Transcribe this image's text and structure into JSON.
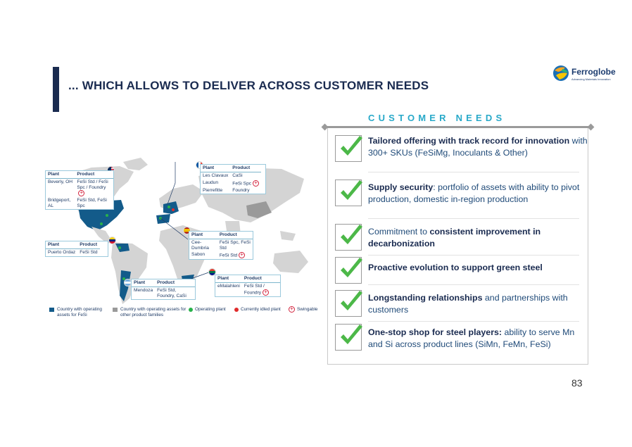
{
  "header": {
    "title": "... WHICH ALLOWS TO DELIVER ACROSS CUSTOMER NEEDS",
    "logo_name": "Ferroglobe",
    "logo_tagline": "Advancing Materials Innovation"
  },
  "needs": {
    "heading": "CUSTOMER NEEDS",
    "items": [
      {
        "bold": "Tailored offering with track record for innovation",
        "rest": " with 300+ SKUs (FeSiMg, Inoculants & Other)"
      },
      {
        "bold": "Supply security",
        "rest": ": portfolio of assets with ability to pivot production, domestic in-region production"
      },
      {
        "pre": "Commitment to ",
        "bold": "consistent improvement in decarbonization"
      },
      {
        "bold": "Proactive evolution to support green steel"
      },
      {
        "bold": "Longstanding relationships",
        "rest": " and partnerships with customers"
      },
      {
        "bold": "One-stop shop for steel players:",
        "rest": "  ability to serve Mn and Si across product lines (SiMn, FeMn, FeSi)"
      }
    ]
  },
  "callouts": {
    "headers": {
      "plant": "Plant",
      "product": "Product"
    },
    "usa": [
      {
        "plant": "Beverly, OH",
        "product": "FeSi Std / FeSi Spc / Foundry",
        "swing": true
      },
      {
        "plant": "Bridgeport, AL",
        "product": "FeSi Std, FeSi Spc",
        "swing": false
      }
    ],
    "venezuela": [
      {
        "plant": "Puerto Ordaz",
        "product": "FeSi Std",
        "swing": false
      }
    ],
    "argentina": [
      {
        "plant": "Mendoza",
        "product": "FeSi Std, Foundry, CaSi",
        "swing": false
      }
    ],
    "france": [
      {
        "plant": "Les Clavaux",
        "product": "CaSi",
        "swing": false
      },
      {
        "plant": "Laudun",
        "product": "FeSi Spc",
        "swing": true
      },
      {
        "plant": "Pierrefitte",
        "product": "Foundry",
        "swing": false
      }
    ],
    "spain": [
      {
        "plant": "Cee-Dumbria",
        "product": "FeSi Spc, FeSi Std",
        "swing": false
      },
      {
        "plant": "Sabon",
        "product": "FeSi Std",
        "swing": true
      }
    ],
    "south_africa": [
      {
        "plant": "eMalahleni",
        "product": "FeSi Std / Foundry",
        "swing": true
      }
    ]
  },
  "legend": {
    "fesi_country": "Country with operating assets for FeSi",
    "other_country": "Country with operating assets for other product families",
    "operating_plant": "Operating plant",
    "idled_plant": "Currently idled plant",
    "swingable": "Swingable"
  },
  "colors": {
    "navy": "#1a2b50",
    "teal_heading": "#28a9c9",
    "fesi_country": "#135b8a",
    "other_country": "#9a9a9a",
    "land": "#d4d4d4",
    "operating": "#28b24a",
    "idled": "#e02b2b",
    "check": "#4cb848"
  },
  "page": {
    "number": "83"
  }
}
